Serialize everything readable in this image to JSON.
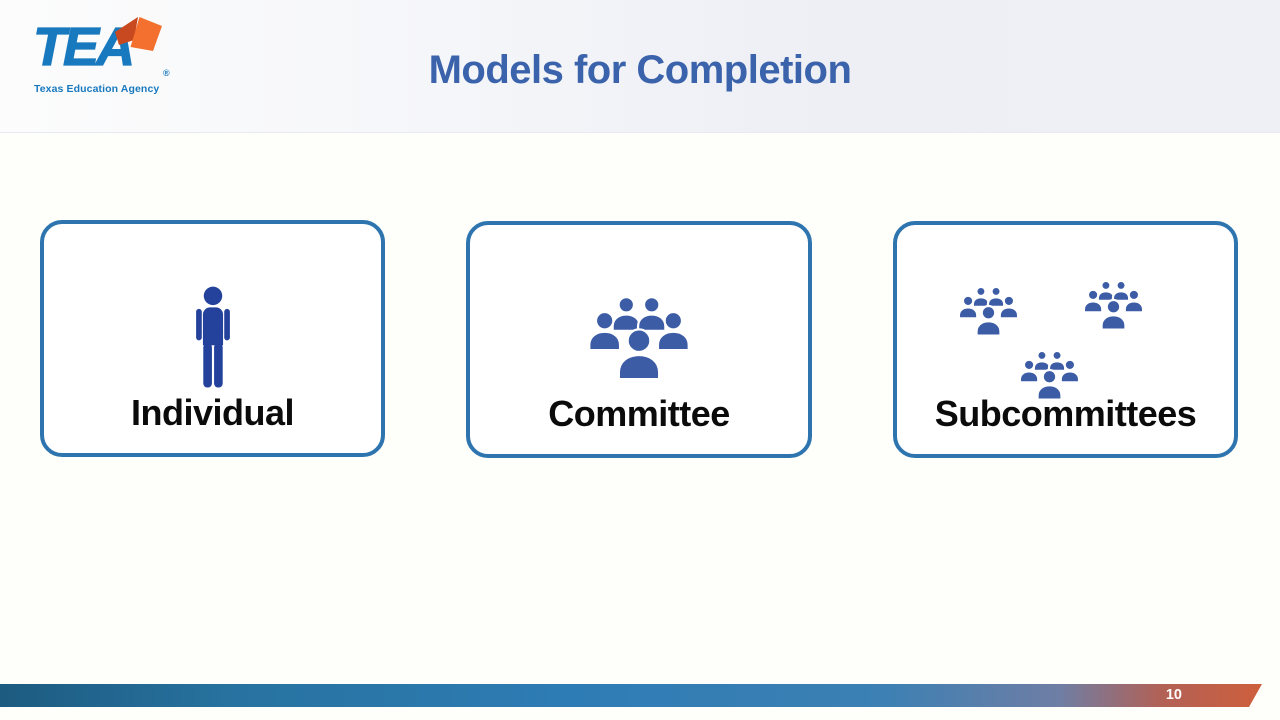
{
  "slide": {
    "title": "Models for Completion",
    "page_number": "10",
    "logo": {
      "acronym": "TEA",
      "registered": "®",
      "subtitle": "Texas Education Agency"
    },
    "cards": [
      {
        "label": "Individual",
        "icon": "person-icon"
      },
      {
        "label": "Committee",
        "icon": "committee-group-icon"
      },
      {
        "label": "Subcommittees",
        "icon": "subcommittee-groups-icon"
      }
    ]
  },
  "colors": {
    "title_blue": "#3B63AC",
    "logo_blue": "#1879BF",
    "logo_orange": "#F4702F",
    "logo_orange_dark": "#C8491F",
    "card_border_blue": "#2E75AF",
    "person_icon_blue": "#24419B",
    "group_icon_blue": "#3C5CA6",
    "footer_blue_dark": "#1D5B81",
    "footer_blue": "#2E7CB5",
    "footer_orange": "#CE5F3C"
  }
}
